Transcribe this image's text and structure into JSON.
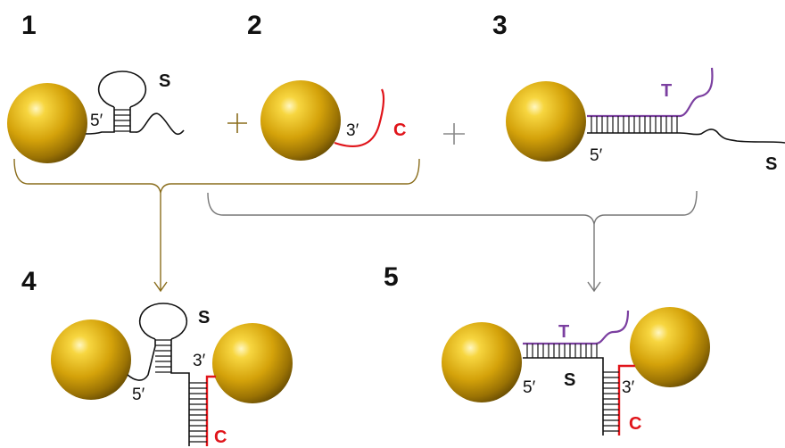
{
  "panel_numbers": [
    "1",
    "2",
    "3",
    "4",
    "5"
  ],
  "labels": {
    "p1_strand": "S",
    "p1_end": "5′",
    "p2_end": "3′",
    "p2_strand": "C",
    "p3_target": "T",
    "p3_end": "5′",
    "p3_strand": "S",
    "p4_strand_s": "S",
    "p4_end_3": "3′",
    "p4_end_5": "5′",
    "p4_strand_c": "C",
    "p5_target": "T",
    "p5_end_5": "5′",
    "p5_strand_s": "S",
    "p5_end_3": "3′",
    "p5_strand_c": "C"
  },
  "colors": {
    "gold": "#d4a20a",
    "strand_c": "#e0141a",
    "strand_t": "#7b3fa0",
    "bracket_1_2": "#8a6d1c",
    "bracket_2_3": "#777777",
    "strand_black": "#111111"
  }
}
